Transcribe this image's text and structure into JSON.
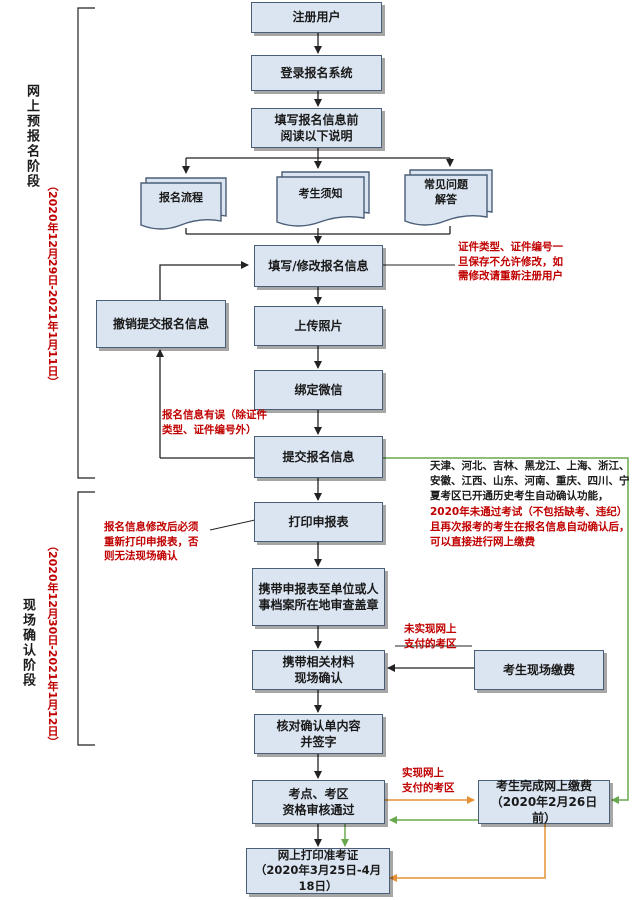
{
  "stages": {
    "online": {
      "label": "网上预报名阶段",
      "date": "（2020年12月29日-2021年1月11日）"
    },
    "onsite": {
      "label": "现场确认阶段",
      "date": "（2020年12月30日-2021年1月12日）"
    }
  },
  "steps": {
    "register": "注册用户",
    "login": "登录报名系统",
    "read_before_fill": "填写报名信息前\n阅读以下说明",
    "doc_process": "报名流程",
    "doc_notice": "考生须知",
    "doc_faq": "常见问题\n解答",
    "fill_info": "填写/修改报名信息",
    "upload_photo": "上传照片",
    "bind_wechat": "绑定微信",
    "submit_info": "提交报名信息",
    "cancel_submit": "撤销提交报名信息",
    "print_form": "打印申报表",
    "stamp_form": "携带申报表至单位或人\n事档案所在地审查盖章",
    "onsite_confirm": "携带相关材料\n现场确认",
    "onsite_pay": "考生现场缴费",
    "verify_sign": "核对确认单内容\n并签字",
    "qualification_pass": "考点、考区\n资格审核通过",
    "online_pay_done": "考生完成网上缴费\n（2020年2月26日前）",
    "print_admission": "网上打印准考证\n（2020年3月25日-4月18日）"
  },
  "annotations": {
    "id_warning": "证件类型、证件编号一\n旦保存不允许修改，如\n需修改请重新注册用户",
    "info_error": "报名信息有误（除证件\n类型、证件编号外）",
    "reprint_required": "报名信息修改后必须\n重新打印申报表，否\n则无法现场确认",
    "no_online_pay": "未实现网上\n支付的考区",
    "online_pay": "实现网上\n支付的考区",
    "auto_confirm_black": "天津、河北、吉林、黑龙江、上海、浙江、安徽、江西、山东、河南、重庆、四川、宁夏考区已开通历史考生自动确认功能，",
    "auto_confirm_red": "2020年未通过考试（不包括缺考、违纪）且再次报考的考生在报名信息自动确认后，可以直接进行网上缴费"
  },
  "colors": {
    "box_fill": "#dbe5f1",
    "box_border": "#4a5e78",
    "arrow": "#222222",
    "annotation_red": "#c00000",
    "green_path": "#6aa84f",
    "orange_path": "#e69138"
  }
}
